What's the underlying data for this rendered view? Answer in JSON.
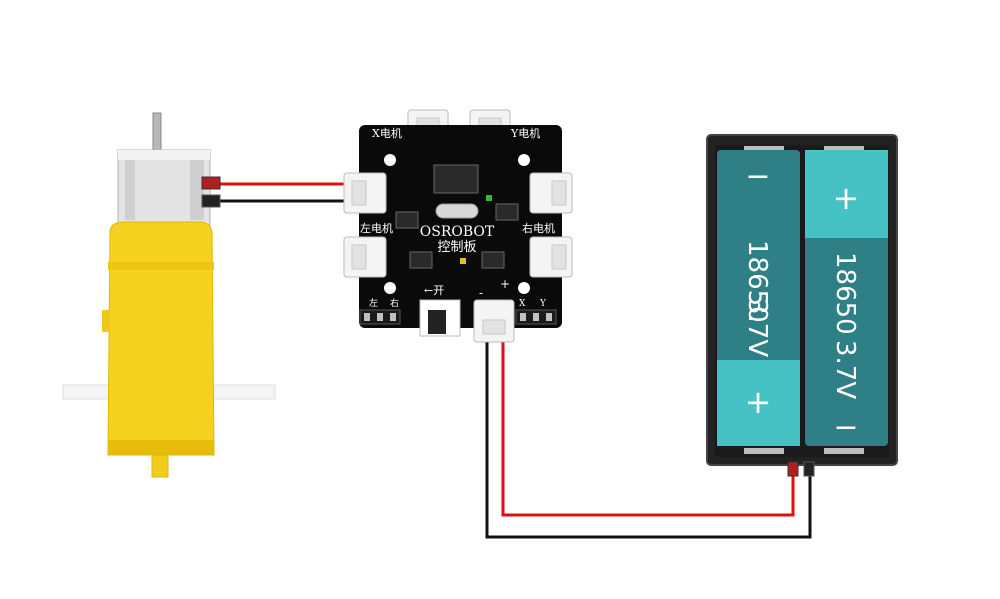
{
  "board": {
    "brand": "OSROBOT",
    "subtitle": "控制板",
    "port_x": "X电机",
    "port_y": "Y电机",
    "port_left": "左电机",
    "port_right": "右电机",
    "switch_label": "←开",
    "servo_left": "左",
    "servo_right": "右",
    "servo_x": "X",
    "servo_y": "Y",
    "minus": "-",
    "plus": "+"
  },
  "battery": {
    "cell1": {
      "top_sign": "−",
      "model": "18650",
      "voltage": "3.7V",
      "bottom_sign": "+"
    },
    "cell2": {
      "top_sign": "+",
      "model": "18650",
      "voltage": "3.7V",
      "bottom_sign": "−"
    }
  },
  "colors": {
    "wire_red": "#e01010",
    "wire_black": "#111111",
    "motor_yellow": "#f5d21f",
    "board_black": "#0a0a0a",
    "cell_teal": "#2f7f86",
    "cell_cap": "#46c1c4"
  }
}
